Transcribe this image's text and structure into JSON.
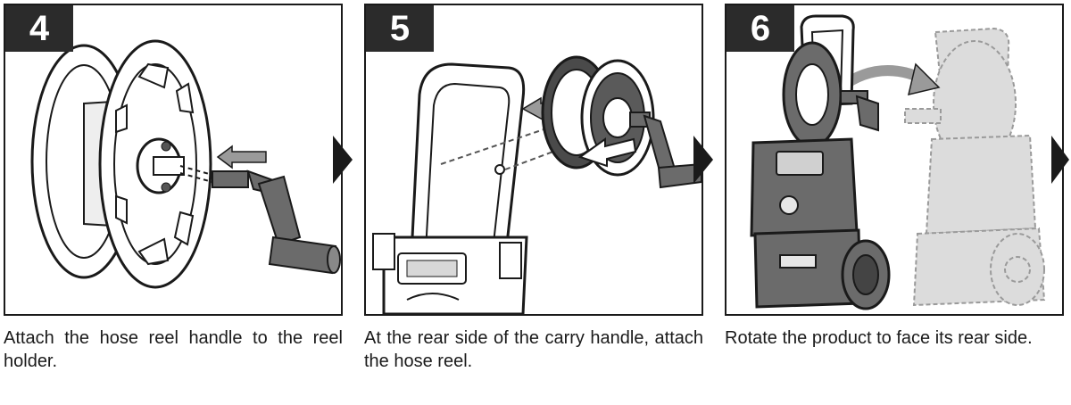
{
  "steps": [
    {
      "number": "4",
      "caption": "Attach the hose reel handle to the reel holder."
    },
    {
      "number": "5",
      "caption": "At the rear side of the carry handle, attach the hose reel."
    },
    {
      "number": "6",
      "caption": "Rotate the product to face its rear side."
    }
  ],
  "colors": {
    "ink": "#1a1a1a",
    "badge": "#2b2b2b",
    "part_gray": "#6b6b6b",
    "light_gray": "#c8c8c8"
  }
}
